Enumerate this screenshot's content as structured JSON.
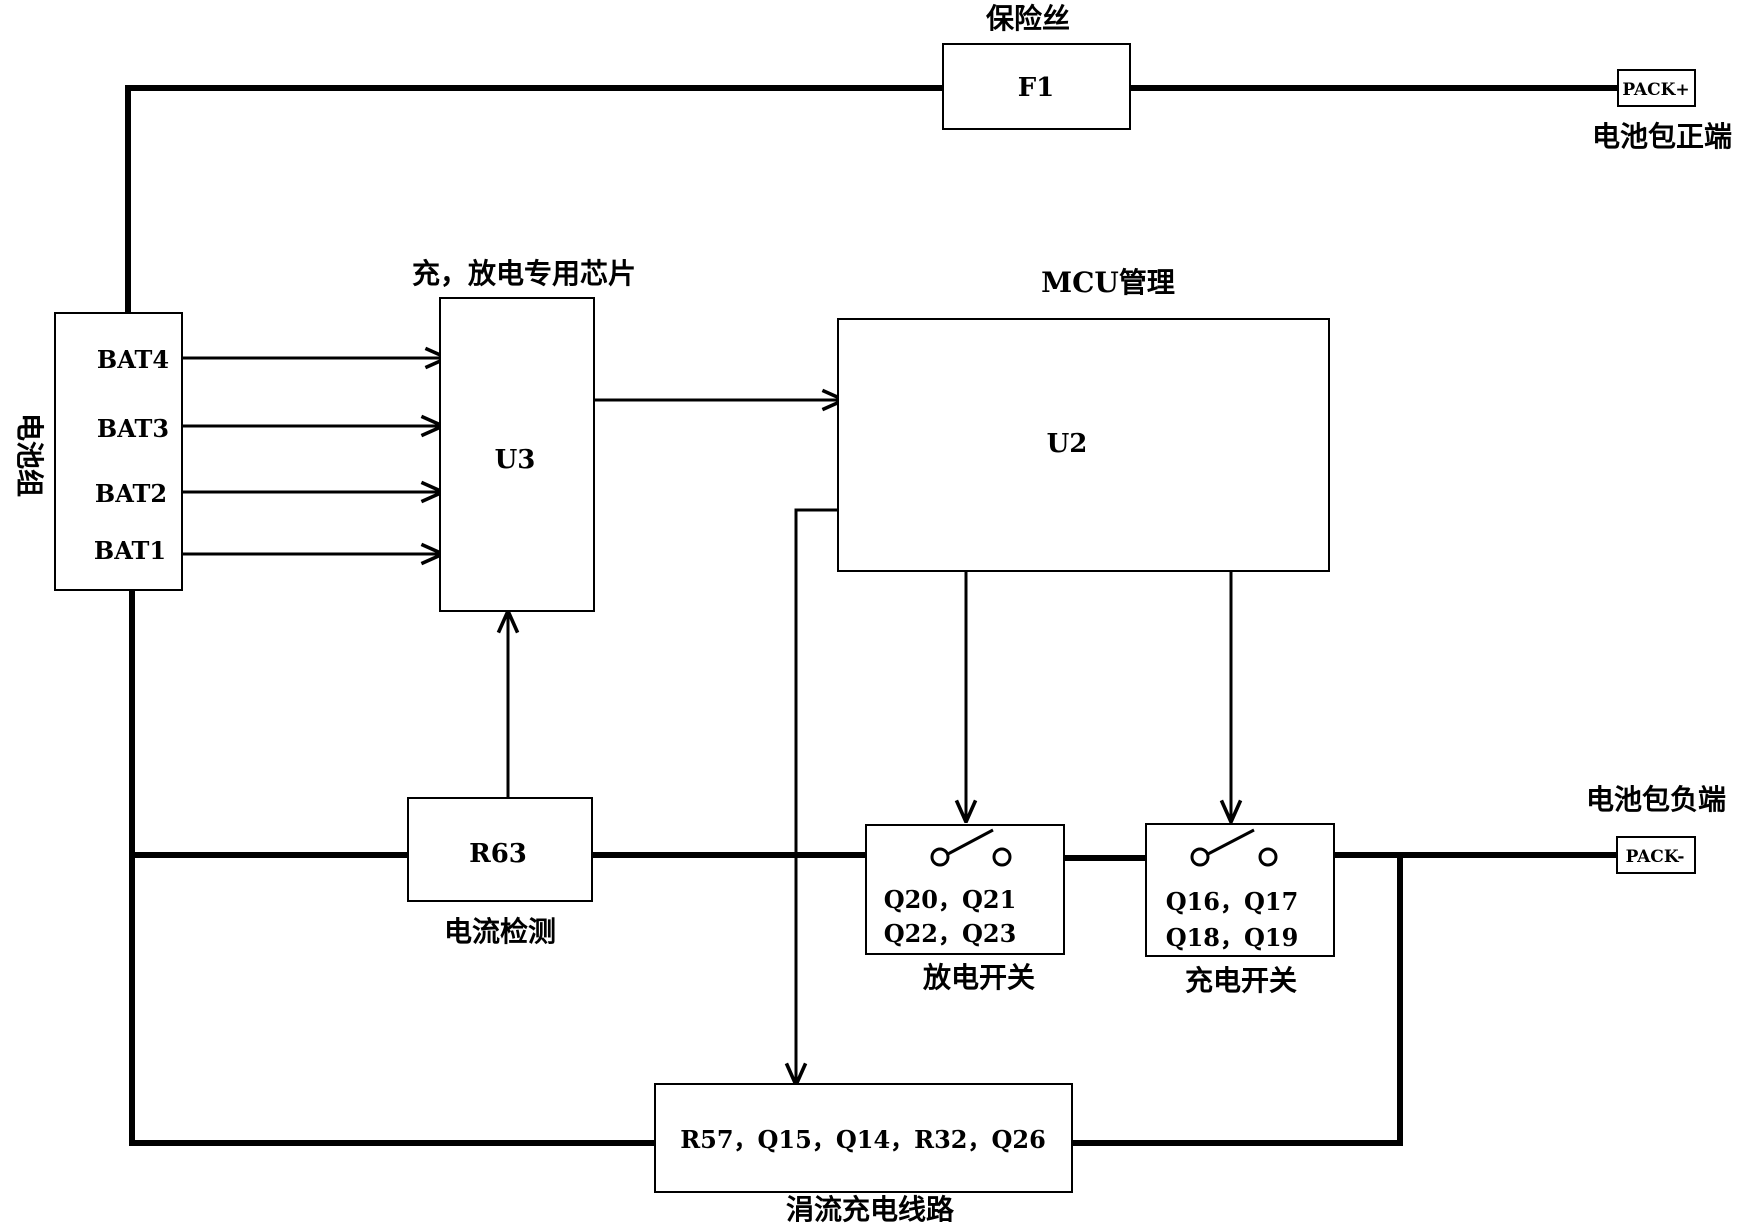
{
  "fuse": {
    "title": "保险丝",
    "label": "F1"
  },
  "pack_pos": {
    "terminal": "PACK+",
    "caption": "电池包正端"
  },
  "pack_neg": {
    "terminal": "PACK-",
    "caption": "电池包负端"
  },
  "battery": {
    "caption": "电池组",
    "cells": [
      "BAT4",
      "BAT3",
      "BAT2",
      "BAT1"
    ]
  },
  "chip": {
    "title": "充，放电专用芯片",
    "label": "U3"
  },
  "mcu": {
    "title": "MCU管理",
    "label": "U2"
  },
  "sense": {
    "label": "R63",
    "caption": "电流检测"
  },
  "discharge": {
    "line1": "Q20，Q21",
    "line2": "Q22，Q23",
    "caption": "放电开关"
  },
  "charge": {
    "line1": "Q16，Q17",
    "line2": "Q18，Q19",
    "caption": "充电开关"
  },
  "trickle": {
    "label": "R57，Q15，Q14，R32，Q26",
    "caption": "涓流充电线路"
  }
}
